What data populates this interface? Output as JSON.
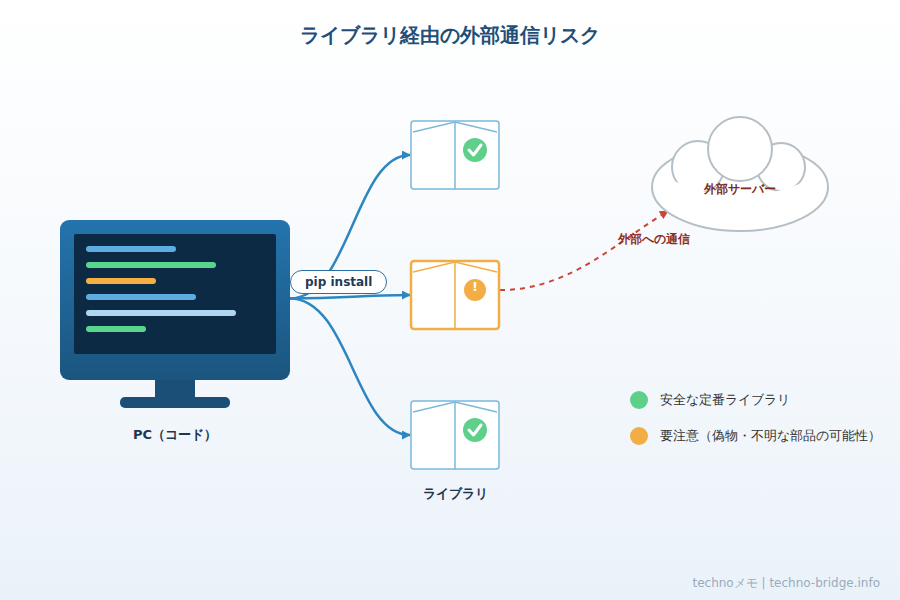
{
  "diagram": {
    "title": "ライブラリ経由の外部通信リスク",
    "nodes": [
      {
        "text": [
          "PC（コード）"
        ]
      },
      {
        "text": []
      },
      {
        "text": [
          "!"
        ]
      },
      {
        "text": []
      },
      {
        "text": [
          "外部サーバー"
        ]
      }
    ],
    "edges": [
      {
        "from": 0,
        "to": 1,
        "arrow": "to"
      },
      {
        "from": 0,
        "to": 2,
        "label": "pip install",
        "arrow": "to"
      },
      {
        "from": 0,
        "to": 3,
        "arrow": "to"
      },
      {
        "from": 2,
        "to": 4,
        "label": "外部への通信",
        "arrow": "to"
      }
    ],
    "labels": [
      "ライブラリ",
      "technoメモ | techno-bridge.info"
    ],
    "legend": [
      {
        "text": "安全な定番ライブラリ",
        "color": "#5fd08a"
      },
      {
        "text": "要注意（偽物・不明な部品の可能性）",
        "color": "#f2ad45"
      }
    ]
  }
}
